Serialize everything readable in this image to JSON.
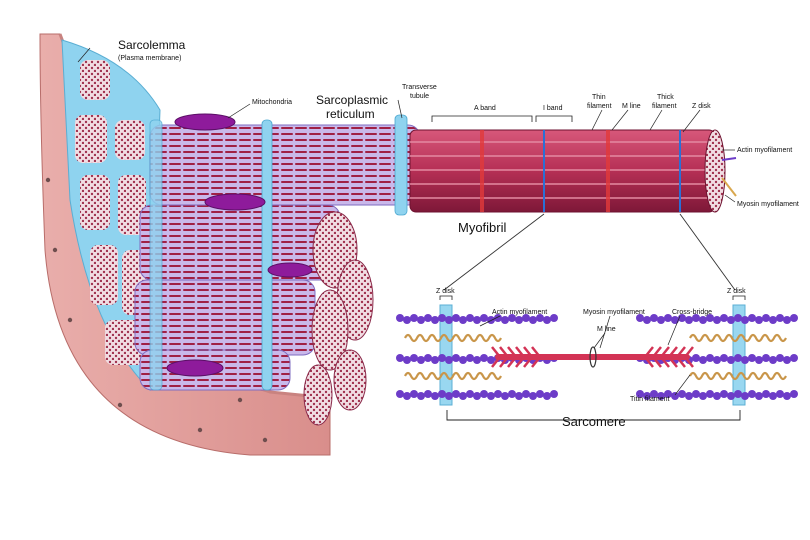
{
  "labels": {
    "sarcolemma": "Sarcolemma",
    "plasma_membrane": "(Plasma membrane)",
    "mitochondria": "Mitochondria",
    "sarcoplasmic_1": "Sarcoplasmic",
    "sarcoplasmic_2": "reticulum",
    "transverse_1": "Transverse",
    "transverse_2": "tubule",
    "a_band": "A band",
    "i_band": "I band",
    "thin_1": "Thin",
    "thin_2": "filament",
    "m_line_top": "M line",
    "thick_1": "Thick",
    "thick_2": "filament",
    "z_disk_top": "Z disk",
    "actin_right": "Actin myofilament",
    "myosin_right": "Myosin myofilament",
    "myofibril": "Myofibril",
    "z_disk_left": "Z disk",
    "z_disk_right": "Z disk",
    "actin_bottom": "Actin myofilament",
    "myosin_bottom": "Myosin myofilament",
    "cross_bridge": "Cross-bridge",
    "m_line_bottom": "M line",
    "titin": "Titin filament",
    "sarcomere": "Sarcomere"
  },
  "colors": {
    "sarcolemma": "#e7a3a0",
    "t_tubule": "#8fd3ef",
    "sr": "#b7a6dc",
    "myofibril": "#b52f55",
    "mitochondria": "#8e1b9b",
    "actin": "#6d3cc8",
    "myosin": "#d9a84f",
    "m_line": "#d33355"
  }
}
